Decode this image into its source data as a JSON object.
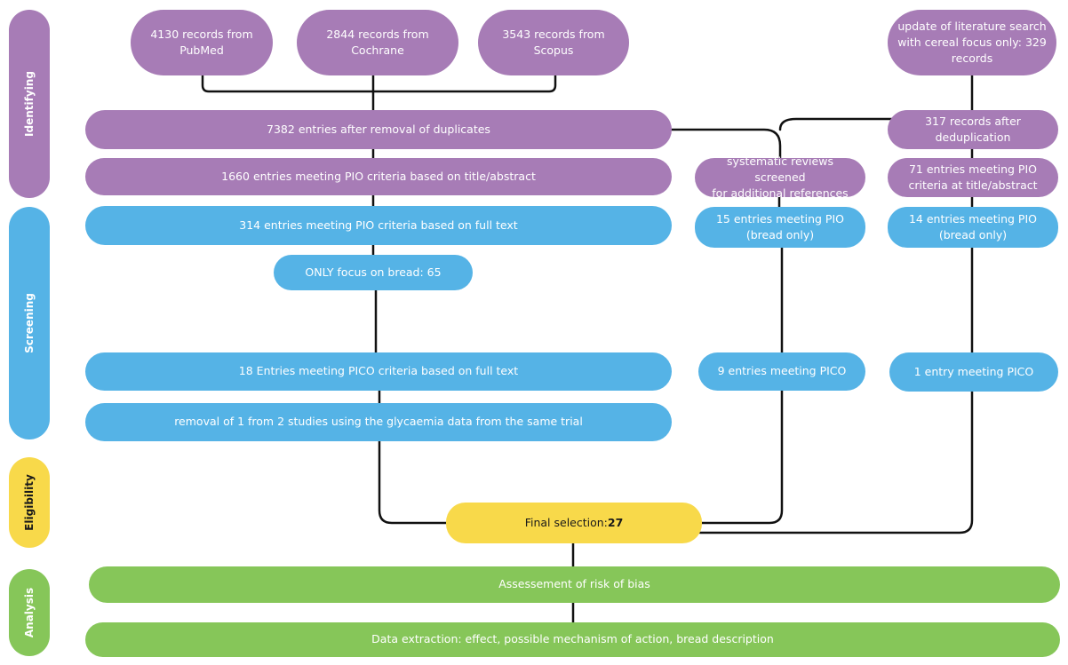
{
  "stages": {
    "identifying": "Identifying",
    "screening": "Screening",
    "eligibility": "Eligibility",
    "analysis": "Analysis"
  },
  "sources": {
    "pubmed": "4130 records from\nPubMed",
    "cochrane": "2844 records from\nCochrane",
    "scopus": "3543 records from\nScopus",
    "update": "update of literature search\nwith cereal focus only: 329\nrecords"
  },
  "main_flow": {
    "dedup": "7382 entries after removal of duplicates",
    "pio_title": "1660 entries meeting PIO criteria based on title/abstract",
    "pio_full": "314 entries meeting PIO criteria based on full text",
    "bread_focus": "ONLY focus on bread: 65",
    "pico_full": "18 Entries meeting PICO criteria based on full text",
    "removal": "removal of 1 from 2 studies using the glycaemia data from the same trial"
  },
  "reviews_flow": {
    "screened": "systematic reviews screened\nfor additional references",
    "pio": "15 entries meeting PIO\n(bread only)",
    "pico": "9 entries meeting PICO"
  },
  "update_flow": {
    "dedup": "317 records after\ndeduplication",
    "pio_title": "71 entries meeting PIO\ncriteria at title/abstract",
    "pio": "14 entries meeting PIO\n(bread only)",
    "pico": "1 entry meeting PICO"
  },
  "final": {
    "label": "Final selection: ",
    "value": "27"
  },
  "analysis": {
    "bias": "Assessement of risk of bias",
    "extraction": "Data extraction:  effect, possible mechanism of action, bread description"
  },
  "colors": {
    "identifying": "#a77cb6",
    "screening": "#55b3e6",
    "eligibility": "#f8d94a",
    "analysis": "#86c659",
    "connector": "#111111"
  }
}
